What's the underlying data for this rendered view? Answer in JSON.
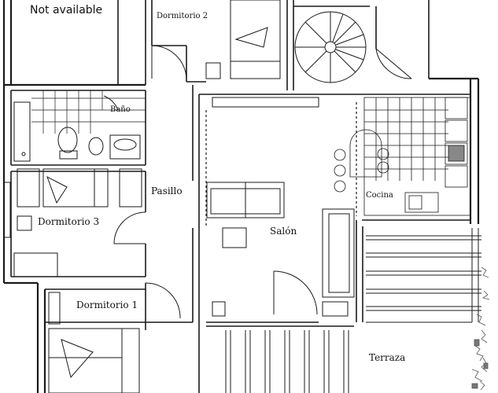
{
  "notice": "Not available",
  "rooms": {
    "dormitorio2": "Dormitorio 2",
    "bano": "Baño",
    "pasillo": "Pasillo",
    "dormitorio3": "Dormitorio 3",
    "salon": "Salón",
    "cocina": "Cocina",
    "dormitorio1": "Dormitorio 1",
    "terraza": "Terraza"
  }
}
